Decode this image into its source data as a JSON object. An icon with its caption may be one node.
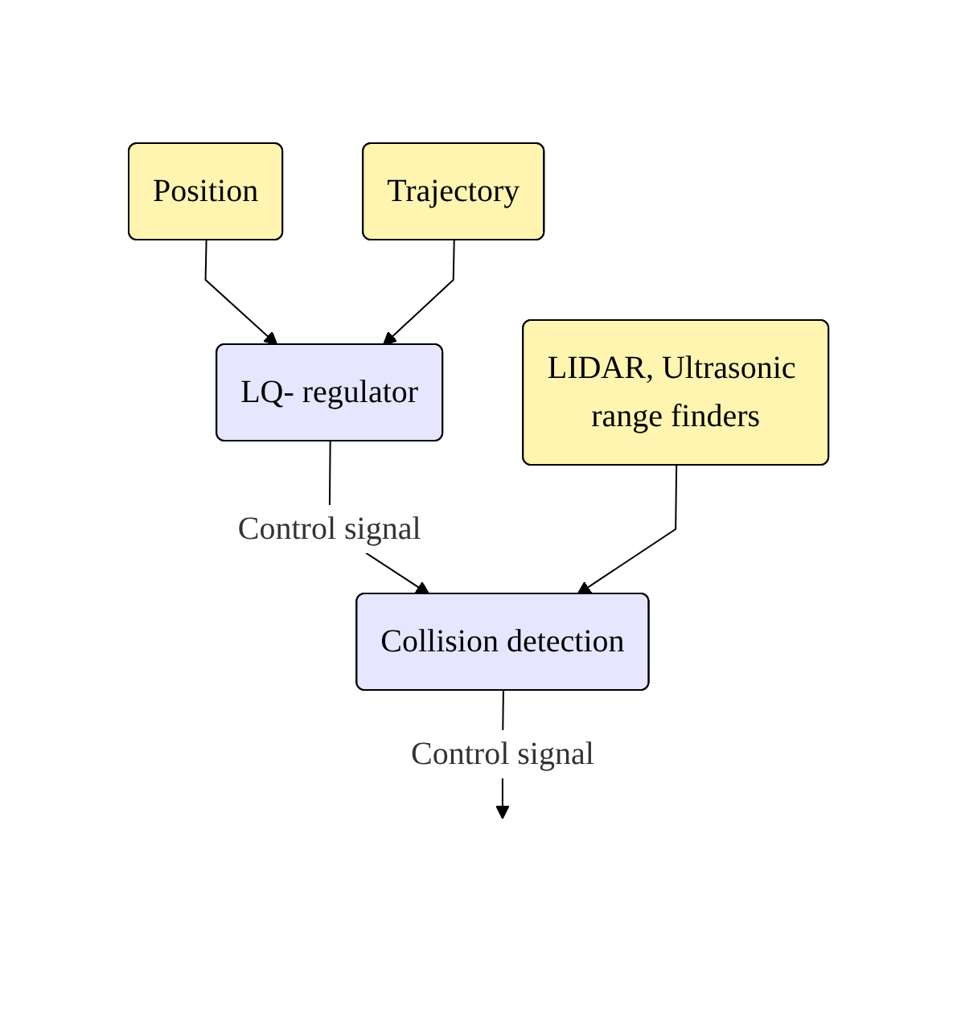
{
  "diagram": {
    "nodes": [
      {
        "text": [
          "Position"
        ]
      },
      {
        "text": [
          "Trajectory"
        ]
      },
      {
        "text": [
          "LQ- regulator"
        ]
      },
      {
        "text": [
          "Collision detection"
        ]
      },
      {
        "text": [
          "LIDAR, Ultrasonic range finders"
        ]
      }
    ],
    "edges": [
      {
        "from": 0,
        "to": 2,
        "arrow": "to"
      },
      {
        "from": 1,
        "to": 2,
        "arrow": "to"
      },
      {
        "from": 2,
        "to": 3,
        "arrow": "to",
        "label": "Control signal"
      },
      {
        "from": 4,
        "to": 3,
        "arrow": "to"
      },
      {
        "from": 3,
        "to": null,
        "arrow": "to",
        "label": "Control signal"
      }
    ]
  }
}
